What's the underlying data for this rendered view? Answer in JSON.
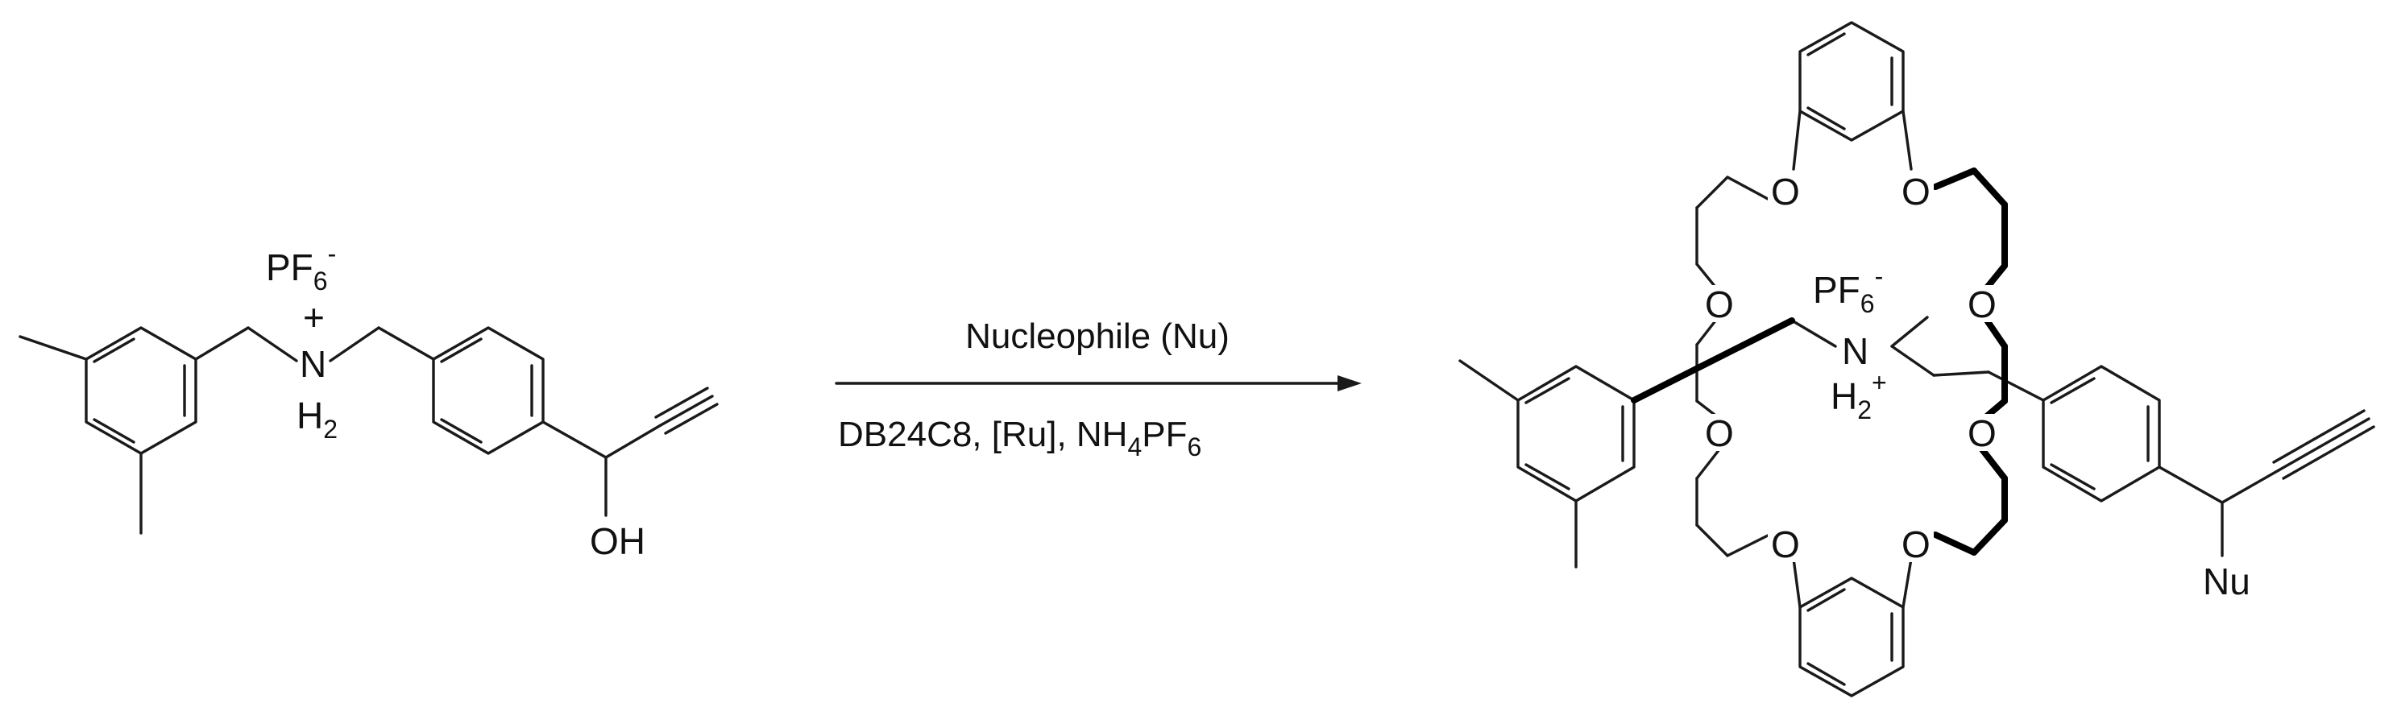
{
  "reactant": {
    "counterion_main": "PF",
    "counterion_sub": "6",
    "counterion_sup": "-",
    "cation_sign": "+",
    "amine_N": "N",
    "amine_H": "H",
    "amine_H_sub": "2",
    "hydroxyl": "OH"
  },
  "arrow": {
    "above": "Nucleophile (Nu)",
    "below_main": "DB24C8, [Ru], NH",
    "below_sub1": "4",
    "below_pf": "PF",
    "below_sub2": "6"
  },
  "product": {
    "crown_oxygen": "O",
    "counterion_main": "PF",
    "counterion_sub": "6",
    "counterion_sup": "-",
    "amine_N": "N",
    "amine_H": "H",
    "amine_H_sub": "2",
    "cation_sign": "+",
    "nucleophile": "Nu"
  }
}
